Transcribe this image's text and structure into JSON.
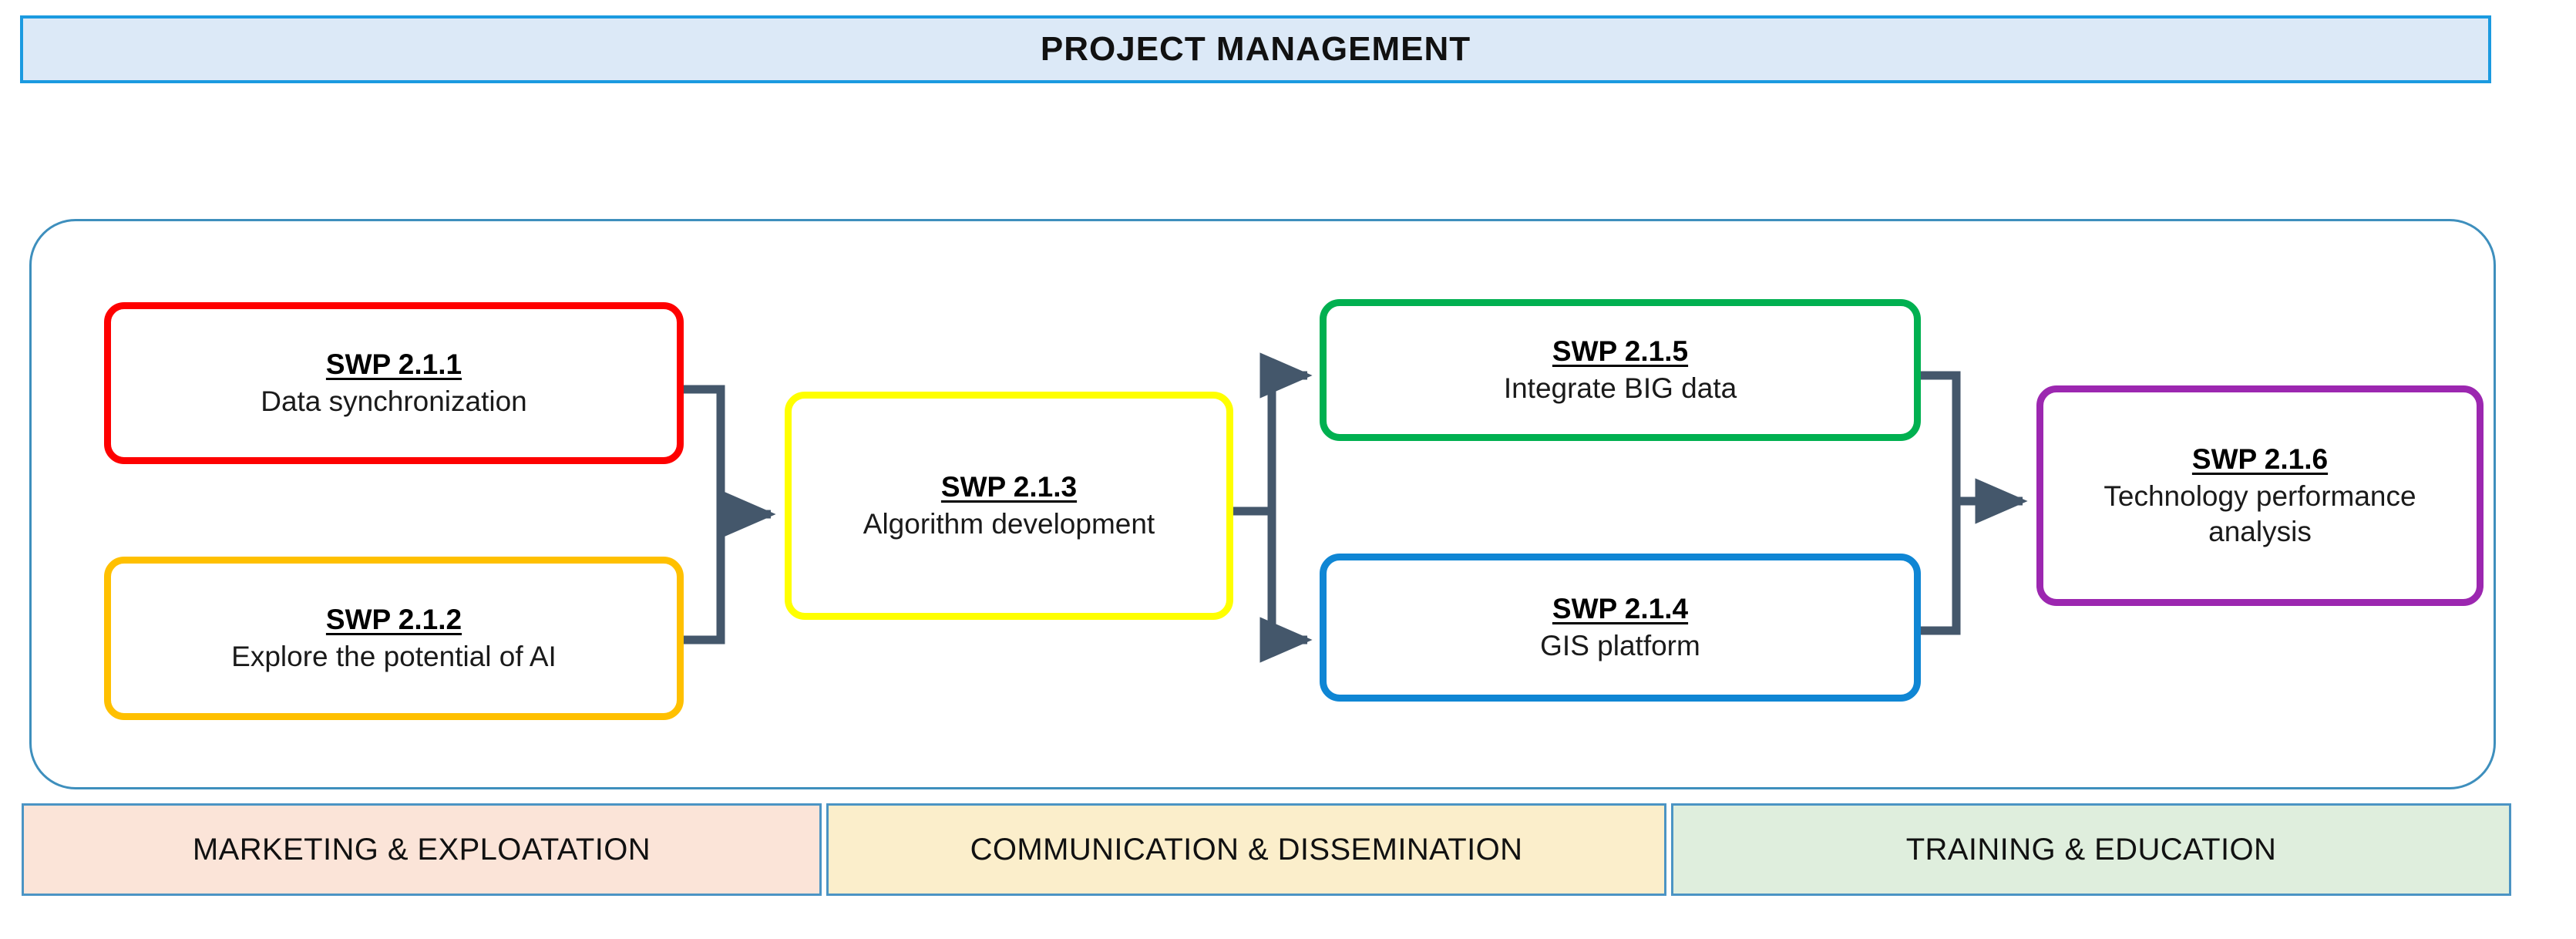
{
  "banner": {
    "title": "PROJECT MANAGEMENT"
  },
  "workflow": {
    "boxes": [
      {
        "id": "SWP 2.1.1",
        "code": "SWP 2.1.1",
        "description": "Data synchronization",
        "color": "#fe0000"
      },
      {
        "id": "SWP 2.1.2",
        "code": "SWP 2.1.2",
        "description": "Explore the potential of AI",
        "color": "#ffc000"
      },
      {
        "id": "SWP 2.1.3",
        "code": "SWP 2.1.3",
        "description": "Algorithm development",
        "color": "#ffff00"
      },
      {
        "id": "SWP 2.1.5",
        "code": "SWP 2.1.5",
        "description": "Integrate BIG data",
        "color": "#00b050"
      },
      {
        "id": "SWP 2.1.4",
        "code": "SWP 2.1.4",
        "description": "GIS platform",
        "color": "#0f86d4"
      },
      {
        "id": "SWP 2.1.6",
        "code": "SWP 2.1.6",
        "description": "Technology performance analysis",
        "color": "#9c27b0"
      }
    ],
    "connector_color": "#44576b",
    "frame_color": "#3e8fbd",
    "flow": [
      {
        "from": "SWP 2.1.1",
        "to": "SWP 2.1.3"
      },
      {
        "from": "SWP 2.1.2",
        "to": "SWP 2.1.3"
      },
      {
        "from": "SWP 2.1.3",
        "to": "SWP 2.1.5"
      },
      {
        "from": "SWP 2.1.3",
        "to": "SWP 2.1.4"
      },
      {
        "from": "SWP 2.1.5",
        "to": "SWP 2.1.6"
      },
      {
        "from": "SWP 2.1.4",
        "to": "SWP 2.1.6"
      }
    ]
  },
  "footer": {
    "bands": [
      {
        "label": "MARKETING & EXPLOATATION",
        "color": "#fbe4d8"
      },
      {
        "label": "COMMUNICATION & DISSEMINATION",
        "color": "#fbeecb"
      },
      {
        "label": "TRAINING & EDUCATION",
        "color": "#dfeedd"
      }
    ]
  },
  "colors": {
    "banner_fill": "#dce9f7",
    "banner_border": "#1b9ae0",
    "band_border": "#4b94c4"
  }
}
